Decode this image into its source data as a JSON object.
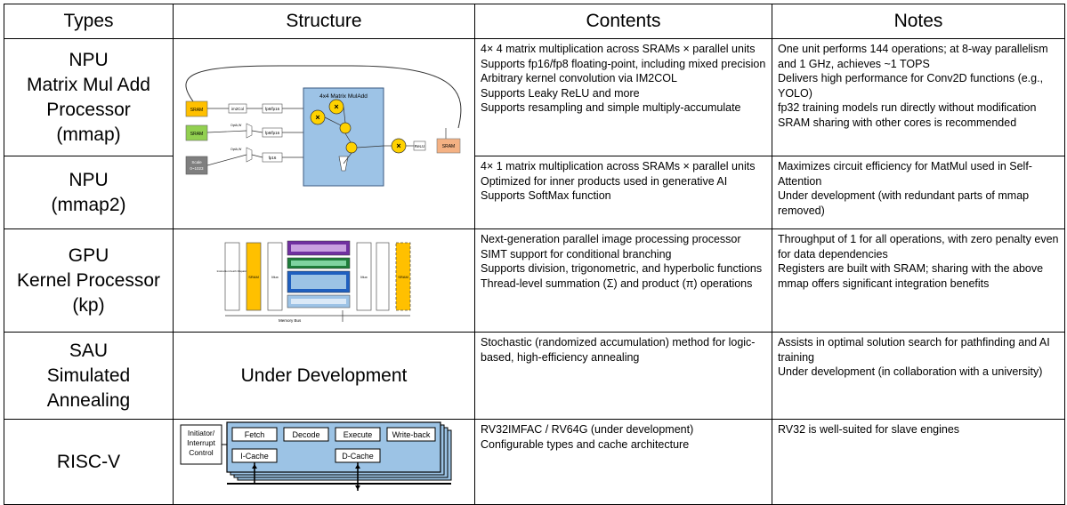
{
  "headers": [
    "Types",
    "Structure",
    "Contents",
    "Notes"
  ],
  "rows": [
    {
      "type": [
        "NPU",
        "Matrix Mul Add",
        "Processor",
        "(mmap)"
      ],
      "contents": [
        "4× 4 matrix multiplication across SRAMs × parallel units",
        "Supports fp16/fp8 floating-point, including mixed precision",
        "Arbitrary kernel convolution via IM2COL",
        "Supports Leaky ReLU and more",
        "Supports resampling and simple multiply-accumulate"
      ],
      "notes": [
        "One unit performs 144 operations; at 8-way parallelism and 1 GHz, achieves ~1 TOPS",
        "Delivers high performance for Conv2D functions (e.g., YOLO)",
        "fp32 training models run directly without modification",
        "SRAM sharing with other cores is recommended"
      ],
      "diagram": {
        "block_title": "4x4 Matrix MulAdd",
        "sram": "SRAM",
        "im2col": "im2Col",
        "fp8fp16": "fp8/fp16",
        "fp16": "fp16",
        "relu": "ReLU",
        "scale": "Scale",
        "scale_range": "0~1023",
        "opt": "OptA,W"
      }
    },
    {
      "type": [
        "NPU",
        "(mmap2)"
      ],
      "contents": [
        "4× 1 matrix multiplication across SRAMs × parallel units",
        "Optimized for inner products used in generative AI",
        "Supports SoftMax function"
      ],
      "notes": [
        "Maximizes circuit efficiency for MatMul used in Self-Attention",
        "Under development (with redundant parts of mmap removed)"
      ]
    },
    {
      "type": [
        "GPU",
        "Kernel Processor",
        "(kp)"
      ],
      "contents": [
        "Next-generation parallel image processing processor",
        "SIMT support for conditional branching",
        "Supports division, trigonometric, and hyperbolic functions",
        "Thread-level summation (Σ) and product (π) operations"
      ],
      "notes": [
        "Throughput of 1 for all operations, with zero penalty even for data dependencies",
        "Registers are built with SRAM; sharing with the above mmap offers significant integration benefits"
      ],
      "diagram": {
        "ifetch": "Instruction Fetch Dispatch",
        "sram": "SRAM",
        "mux": "Mux",
        "bus": "Memory Bus"
      }
    },
    {
      "type": [
        "SAU",
        "Simulated",
        "Annealing"
      ],
      "structure_text": "Under Development",
      "contents": [
        "Stochastic (randomized accumulation) method for logic-based, high-efficiency annealing"
      ],
      "notes": [
        "Assists in optimal solution search for pathfinding and AI training",
        "Under development (in collaboration with a university)"
      ]
    },
    {
      "type": [
        "RISC-V"
      ],
      "contents": [
        "RV32IMFAC / RV64G (under development)",
        "Configurable types and cache architecture"
      ],
      "notes": [
        "RV32 is well-suited for slave engines"
      ],
      "diagram": {
        "initiator": [
          "Initiator/",
          "Interrupt",
          "Control"
        ],
        "fetch": "Fetch",
        "decode": "Decode",
        "execute": "Execute",
        "writeback": "Write-back",
        "icache": "I-Cache",
        "dcache": "D-Cache"
      }
    }
  ],
  "colors": {
    "sram_orange": "#ffc000",
    "sram_green": "#92d050",
    "matrix_blue": "#9dc3e6",
    "multiplier_yellow": "#ffd200",
    "gray_block": "#7f7f7f",
    "purple": "#7030a0",
    "riscv_blue": "#9cc3e5"
  }
}
